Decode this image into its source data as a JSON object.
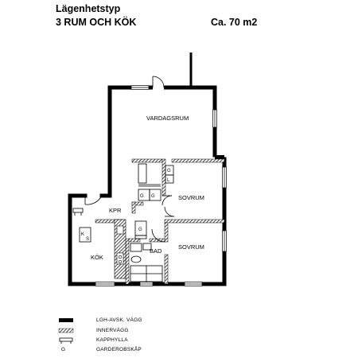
{
  "header": {
    "title": "Lägenhetstyp",
    "subtitle": "3 RUM OCH KÖK",
    "area": "Ca. 70 m2"
  },
  "rooms": {
    "living": "VARDAGSRUM",
    "bedroom1": "SOVRUM",
    "bedroom2": "SOVRUM",
    "hall": "KPR",
    "kitchen": "KÖK",
    "bath": "BAD",
    "wardrobe_mark": "G",
    "fridge_mark": "K",
    "fridge_sub": "S",
    "linen_mark": "L"
  },
  "legend": {
    "outer_wall": "LGH-AVSK. VÄGG",
    "inner_wall": "INNERVÄGG",
    "hat_shelf": "KAPPHYLLA",
    "wardrobe_key": "G",
    "wardrobe": "GARDEROBSKÅP"
  }
}
